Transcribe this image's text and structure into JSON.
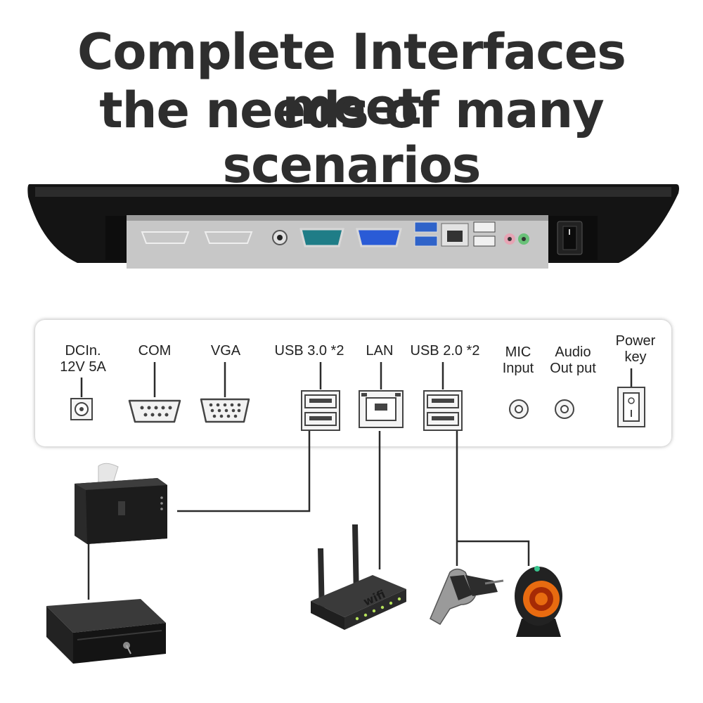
{
  "headline": {
    "line1": "Complete Interfaces meet",
    "line2": "the needs of many scenarios"
  },
  "ports": [
    {
      "id": "dcin",
      "line1": "DCIn.",
      "line2": "12V 5A"
    },
    {
      "id": "com",
      "line1": "COM",
      "line2": ""
    },
    {
      "id": "vga",
      "line1": "VGA",
      "line2": ""
    },
    {
      "id": "usb3",
      "line1": "USB 3.0 *2",
      "line2": ""
    },
    {
      "id": "lan",
      "line1": "LAN",
      "line2": ""
    },
    {
      "id": "usb2",
      "line1": "USB 2.0 *2",
      "line2": ""
    },
    {
      "id": "mic",
      "line1": "MIC",
      "line2": "Input"
    },
    {
      "id": "audio",
      "line1": "Audio",
      "line2": "Out put"
    },
    {
      "id": "power",
      "line1": "Power",
      "line2": "key"
    }
  ],
  "router_text": "wifi",
  "icons": {
    "device": "pos-terminal-back-icon",
    "printer": "receipt-printer-icon",
    "drawer": "cash-drawer-icon",
    "router": "wifi-router-icon",
    "scanner": "handheld-barcode-scanner-icon",
    "omni": "omnidirectional-scanner-icon"
  },
  "colors": {
    "text": "#2e2e2e",
    "line": "#2a2a2a",
    "bezel": "#1a1a1a",
    "io_plate": "#c9c9c9",
    "usb3_blue": "#2f63c9",
    "vga_blue": "#2a5bd6",
    "com_teal": "#1f7d87",
    "mic_pink": "#e6a4b4",
    "audio_green": "#69c178",
    "scanner_glow": "#e86b10"
  }
}
